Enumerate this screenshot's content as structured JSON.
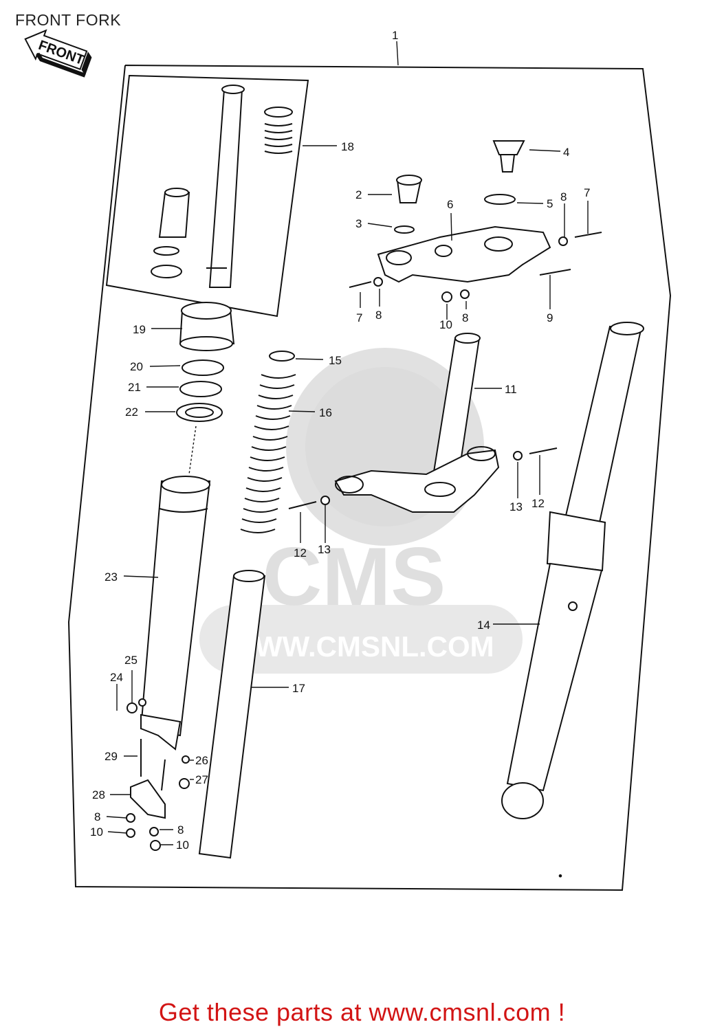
{
  "header": {
    "title": "FRONT FORK"
  },
  "front_arrow": {
    "label": "FRONT"
  },
  "watermark": {
    "brand": "CMS",
    "url": "WWW.CMSNL.COM"
  },
  "callouts": [
    {
      "id": "c1",
      "text": "1"
    },
    {
      "id": "c2",
      "text": "2"
    },
    {
      "id": "c3",
      "text": "3"
    },
    {
      "id": "c4",
      "text": "4"
    },
    {
      "id": "c5",
      "text": "5"
    },
    {
      "id": "c6",
      "text": "6"
    },
    {
      "id": "c7a",
      "text": "7"
    },
    {
      "id": "c7b",
      "text": "7"
    },
    {
      "id": "c8a",
      "text": "8"
    },
    {
      "id": "c8b",
      "text": "8"
    },
    {
      "id": "c8c",
      "text": "8"
    },
    {
      "id": "c8d",
      "text": "8"
    },
    {
      "id": "c8e",
      "text": "8"
    },
    {
      "id": "c9",
      "text": "9"
    },
    {
      "id": "c10a",
      "text": "10"
    },
    {
      "id": "c10b",
      "text": "10"
    },
    {
      "id": "c10c",
      "text": "10"
    },
    {
      "id": "c11",
      "text": "11"
    },
    {
      "id": "c12a",
      "text": "12"
    },
    {
      "id": "c12b",
      "text": "12"
    },
    {
      "id": "c13a",
      "text": "13"
    },
    {
      "id": "c13b",
      "text": "13"
    },
    {
      "id": "c14",
      "text": "14"
    },
    {
      "id": "c15",
      "text": "15"
    },
    {
      "id": "c16",
      "text": "16"
    },
    {
      "id": "c17",
      "text": "17"
    },
    {
      "id": "c18",
      "text": "18"
    },
    {
      "id": "c19",
      "text": "19"
    },
    {
      "id": "c20",
      "text": "20"
    },
    {
      "id": "c21",
      "text": "21"
    },
    {
      "id": "c22",
      "text": "22"
    },
    {
      "id": "c23",
      "text": "23"
    },
    {
      "id": "c24",
      "text": "24"
    },
    {
      "id": "c25",
      "text": "25"
    },
    {
      "id": "c26",
      "text": "26"
    },
    {
      "id": "c27",
      "text": "27"
    },
    {
      "id": "c28",
      "text": "28"
    },
    {
      "id": "c29",
      "text": "29"
    }
  ],
  "footer": {
    "text": "Get these parts at www.cmsnl.com !",
    "color": "#d21414"
  }
}
